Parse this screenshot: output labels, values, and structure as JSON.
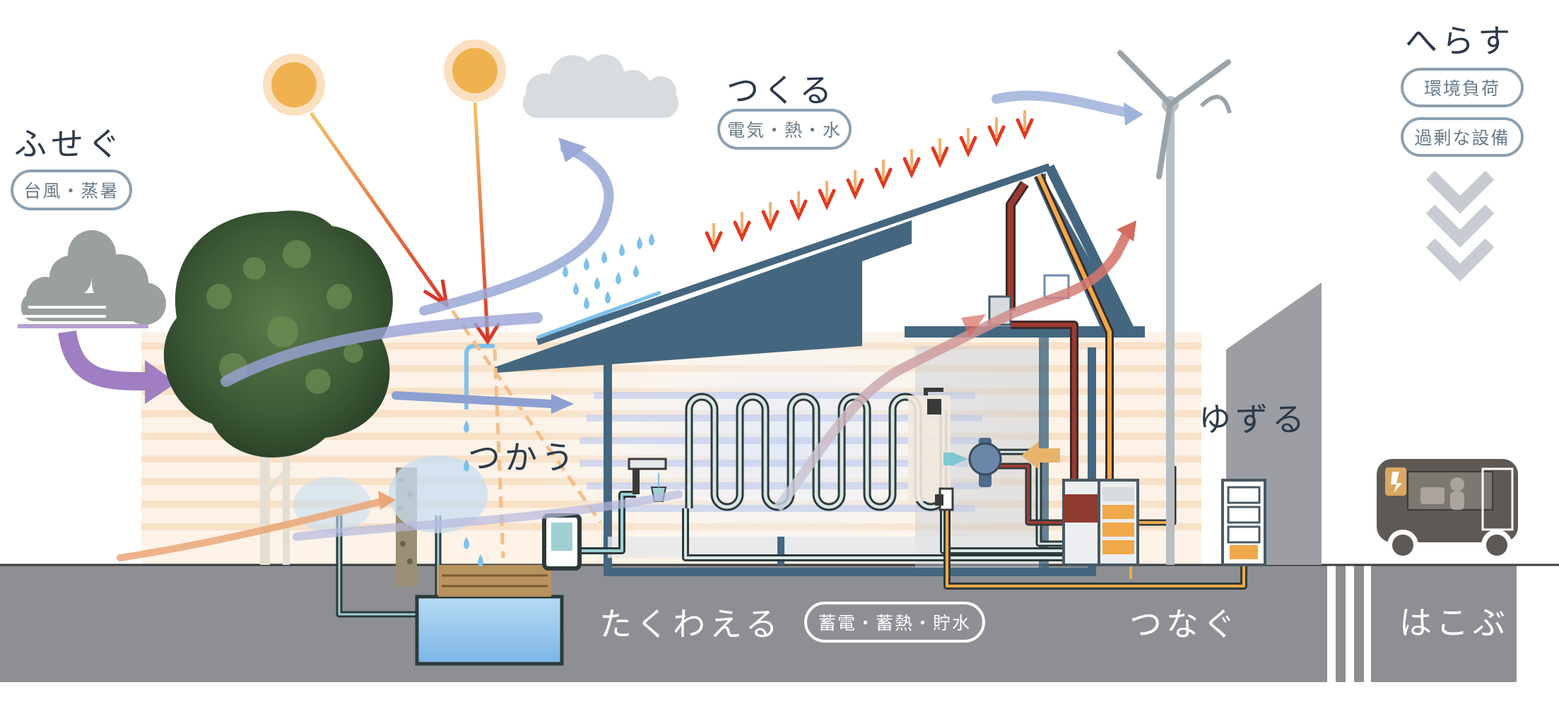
{
  "labels": {
    "fusegu": "ふせぐ",
    "tsukuru": "つくる",
    "herasu": "へらす",
    "tsukau": "つかう",
    "yuzuru": "ゆずる",
    "takuwaeru": "たくわえる",
    "tsunagu": "つなぐ",
    "hakobu": "はこぶ"
  },
  "pills": {
    "fusegu": "台風・蒸暑",
    "tsukuru": "電気・熱・水",
    "herasu_1": "環境負荷",
    "herasu_2": "過剰な設備",
    "takuwaeru": "蓄電・蓄熱・貯水"
  },
  "colors": {
    "ground": "#8d8f93",
    "roof": "#44677f",
    "sun": "#f0b24e",
    "heat_arrow": "#d8442a",
    "wind_arrow": "#8c9fd0",
    "water": "#7ec1ea",
    "label_dark": "#2c3a4a"
  }
}
